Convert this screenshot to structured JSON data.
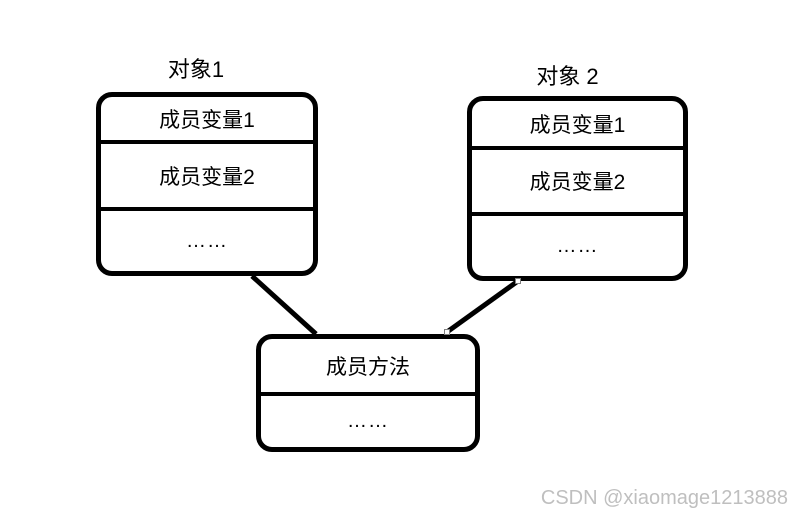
{
  "diagram": {
    "objects": [
      {
        "title": "对象1",
        "rows": [
          "成员变量1",
          "成员变量2",
          "……"
        ]
      },
      {
        "title": "对象 2",
        "rows": [
          "成员变量1",
          "成员变量2",
          "……"
        ]
      }
    ],
    "method": {
      "rows": [
        "成员方法",
        "……"
      ]
    },
    "colors": {
      "stroke": "#000000",
      "fill": "#ffffff",
      "watermark": "#bfbfbf"
    }
  },
  "watermark": {
    "text": "CSDN @xiaomage1213888"
  }
}
